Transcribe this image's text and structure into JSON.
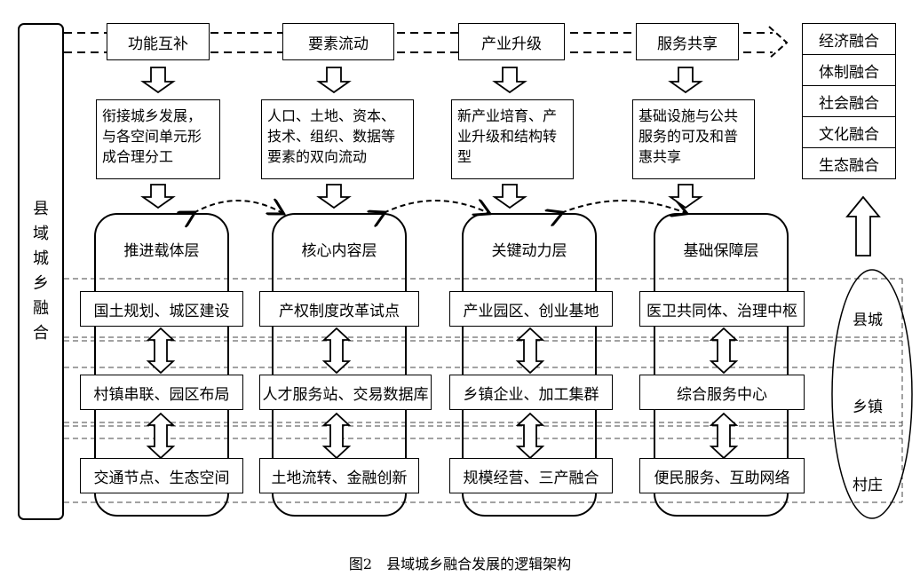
{
  "left_label": "县域城乡融合",
  "functions": [
    "功能互补",
    "要素流动",
    "产业升级",
    "服务共享"
  ],
  "descriptions": [
    "衔接城乡发展，与各空间单元形成合理分工",
    "人口、土地、资本、技术、组织、数据等要素的双向流动",
    "新产业培育、产业升级和结构转型",
    "基础设施与公共服务的可及和普惠共享"
  ],
  "merges": [
    "经济融合",
    "体制融合",
    "社会融合",
    "文化融合",
    "生态融合"
  ],
  "columns": [
    {
      "title": "推进载体层",
      "cells": [
        "国土规划、城区建设",
        "村镇串联、园区布局",
        "交通节点、生态空间"
      ]
    },
    {
      "title": "核心内容层",
      "cells": [
        "产权制度改革试点",
        "人才服务站、交易数据库",
        "土地流转、金融创新"
      ]
    },
    {
      "title": "关键动力层",
      "cells": [
        "产业园区、创业基地",
        "乡镇企业、加工集群",
        "规模经营、三产融合"
      ]
    },
    {
      "title": "基础保障层",
      "cells": [
        "医卫共同体、治理中枢",
        "综合服务中心",
        "便民服务、互助网络"
      ]
    }
  ],
  "levels": [
    "县城",
    "乡镇",
    "村庄"
  ],
  "caption": "图2　县域城乡融合发展的逻辑架构"
}
